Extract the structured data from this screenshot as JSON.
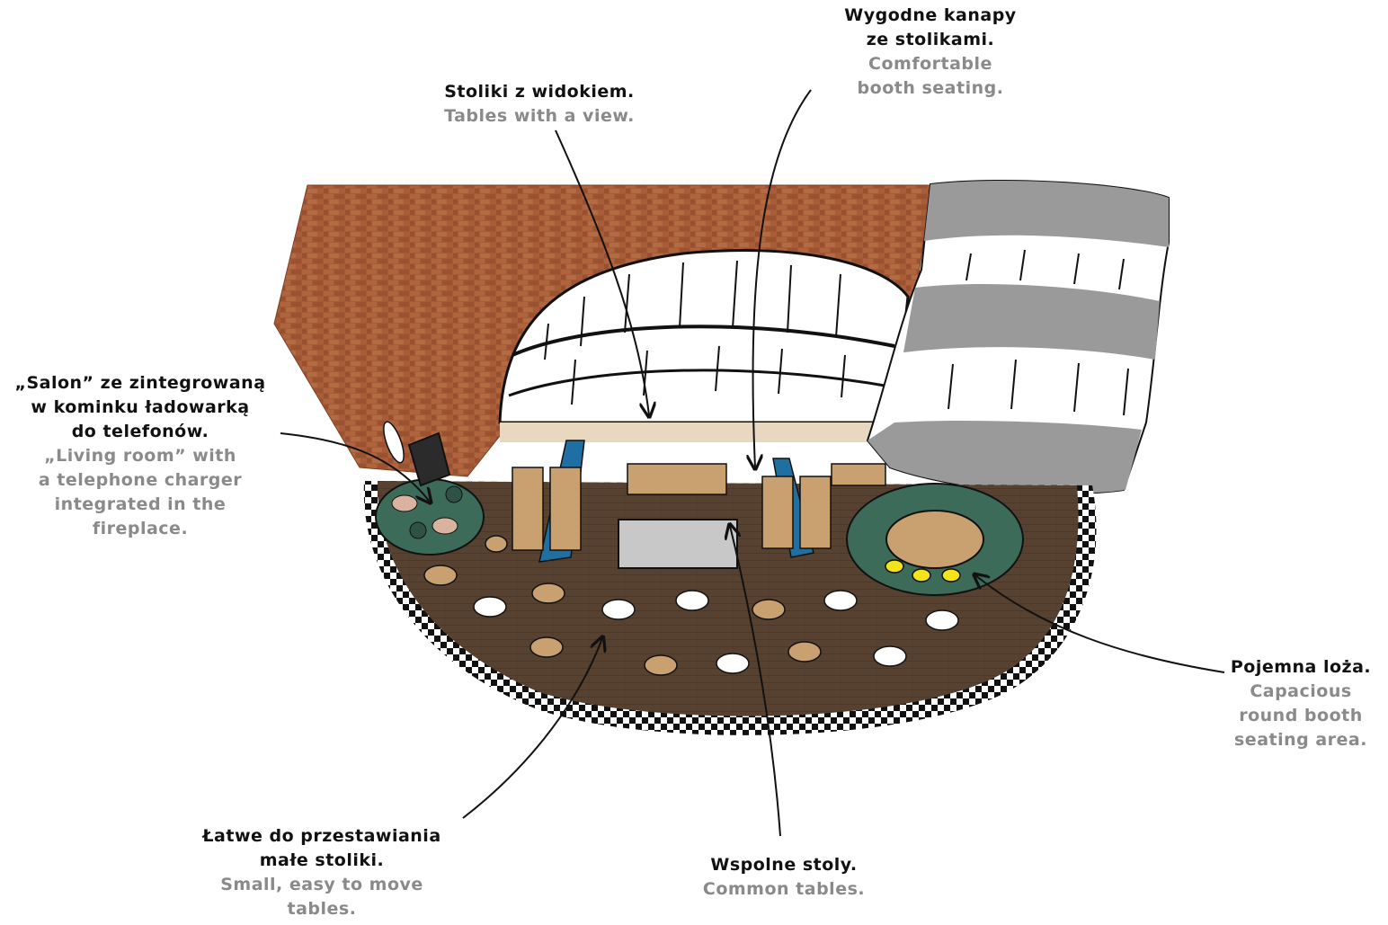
{
  "colors": {
    "brick": "#a45a36",
    "floor": "#574232",
    "checker_dark": "#111111",
    "checker_light": "#ffffff",
    "sofa_blue": "#1f6fa3",
    "booth_green": "#3d6b5a",
    "lamp_yellow": "#f2e419",
    "table_wood": "#c9a070",
    "gray_stripe": "#9a9a9a",
    "label_pl": "#111111",
    "label_en": "#8a8a8a"
  },
  "labels": {
    "view_tables": {
      "pl": [
        "Stoliki z widokiem."
      ],
      "en": [
        "Tables with a view."
      ]
    },
    "booths": {
      "pl": [
        "Wygodne kanapy",
        "ze stolikami."
      ],
      "en": [
        "Comfortable",
        "booth seating."
      ]
    },
    "salon": {
      "pl": [
        "„Salon” ze zintegrowaną",
        "w kominku ładowarką",
        "do telefonów."
      ],
      "en": [
        "„Living room” with",
        "a telephone charger",
        "integrated in the",
        "fireplace."
      ]
    },
    "round_booth": {
      "pl": [
        "Pojemna loża."
      ],
      "en": [
        "Capacious",
        "round booth",
        "seating area."
      ]
    },
    "small_tables": {
      "pl": [
        "Łatwe do przestawiania",
        "małe stoliki."
      ],
      "en": [
        "Small, easy to move",
        "tables."
      ]
    },
    "common_tables": {
      "pl": [
        "Wspolne stoly."
      ],
      "en": [
        "Common tables."
      ]
    }
  }
}
